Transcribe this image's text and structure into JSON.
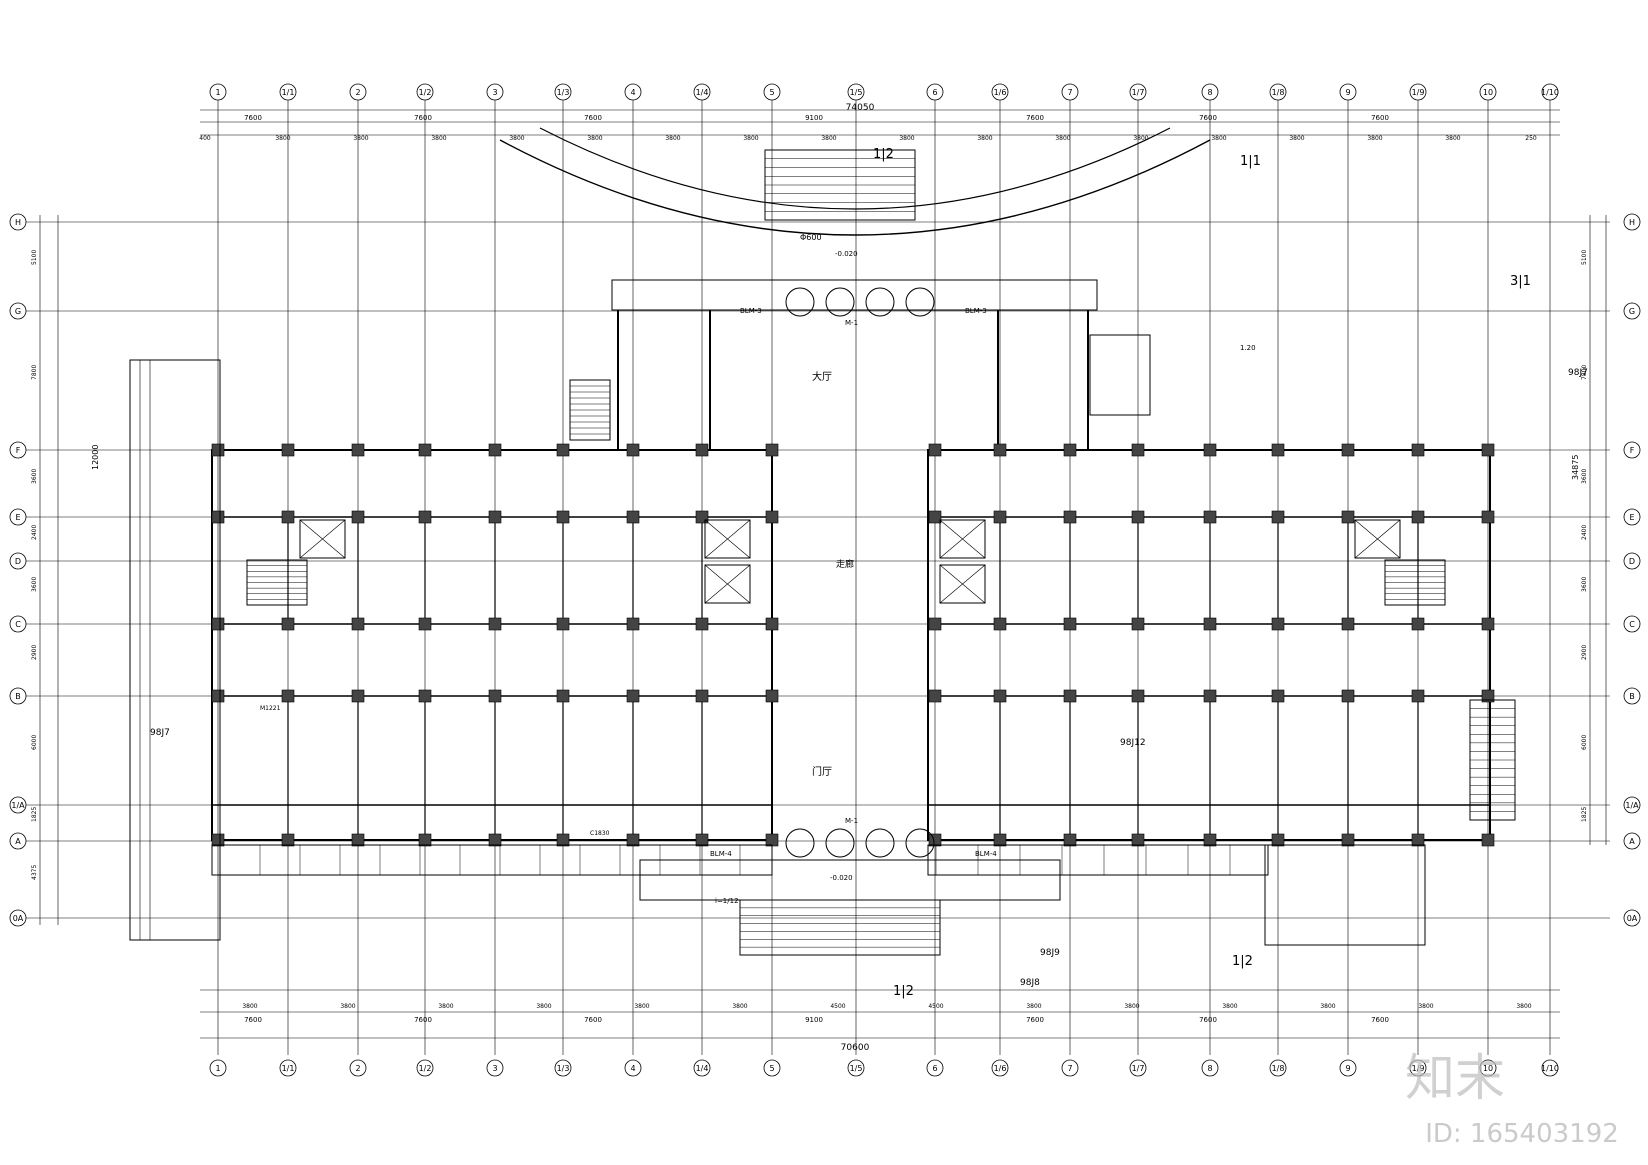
{
  "axes_top": [
    "1",
    "1/1",
    "2",
    "1/2",
    "3",
    "1/3",
    "4",
    "1/4",
    "5",
    "1/5",
    "6",
    "1/6",
    "7",
    "1/7",
    "8",
    "1/8",
    "9",
    "1/9",
    "10",
    "1/10"
  ],
  "axes_left": [
    "H",
    "G",
    "F",
    "E",
    "D",
    "C",
    "B",
    "1/A",
    "A",
    "0A"
  ],
  "dims": {
    "top_total": "74050",
    "top_bays": [
      "7600",
      "7600",
      "7600",
      "9100",
      "7600",
      "7600",
      "7600"
    ],
    "top_sub": [
      "400",
      "3800",
      "3800",
      "3800",
      "3800",
      "3800",
      "3800",
      "3800",
      "3800",
      "3800",
      "3800",
      "3800",
      "3800",
      "3800",
      "3800",
      "3800",
      "3800",
      "250"
    ],
    "bottom_total": "70600",
    "bottom_bays": [
      "7600",
      "7600",
      "7600",
      "9100",
      "7600",
      "7600",
      "7600"
    ],
    "bottom_sub": [
      "3800",
      "3800",
      "3800",
      "3800",
      "3800",
      "3800",
      "4500",
      "4500",
      "3800",
      "3800",
      "3800",
      "3800",
      "3800",
      "3800"
    ],
    "left_total": "12000",
    "left_parts": [
      "5100",
      "7800",
      "3600",
      "2400",
      "3600",
      "2900",
      "6000",
      "1825",
      "4375"
    ],
    "right_total": "34875",
    "right_parts": [
      "5100",
      "7800",
      "3600",
      "2400",
      "3600",
      "2900",
      "6000",
      "1825"
    ]
  },
  "labels": {
    "section_tl": "1|2",
    "section_tr": "1|1",
    "section_right": "3|1",
    "section_bottom_l": "1|2",
    "section_bottom_r": "1|2",
    "lobby": "门厅",
    "hall": "大厅",
    "corridor": "走廊",
    "entrance_main": "M-1",
    "entrance_back": "M-1",
    "cdim": "Φ600",
    "elev_top": "-0.020",
    "elev_bot": "-0.020",
    "elev_ramp": "1.20",
    "blm3_l": "BLM-3",
    "blm3_r": "BLM-3",
    "blm4_l": "BLM-4",
    "blm4_r": "BLM-4",
    "std_98j7_l": "98J7",
    "std_98j7_r": "98J7",
    "std_98j8": "98J8",
    "std_98j9": "98J9",
    "std_98j12": "98J12",
    "ramp_i": "i=1/12",
    "door_c1830": "C1830",
    "door_m1221": "M1221",
    "watermark": "知末",
    "id": "ID: 165403192"
  }
}
